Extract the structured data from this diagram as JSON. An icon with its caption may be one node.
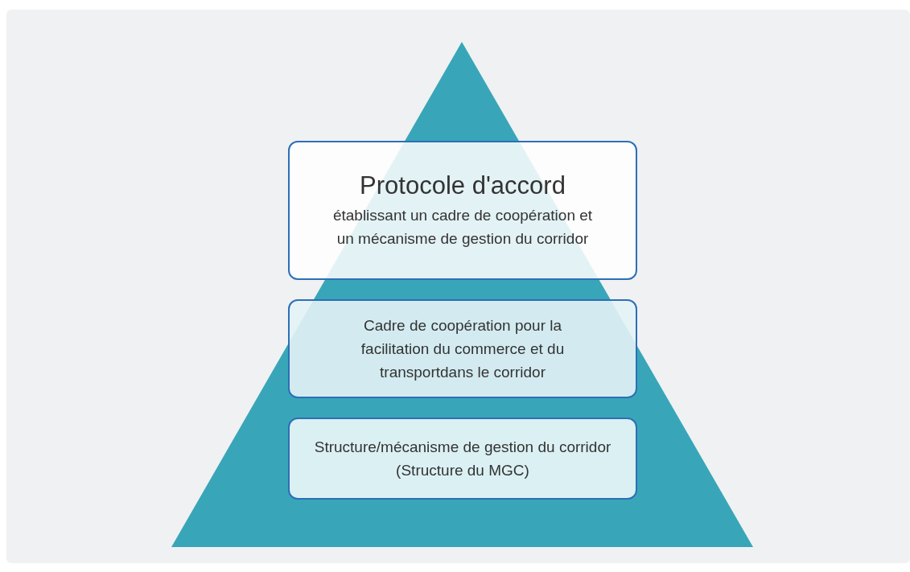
{
  "diagram": {
    "nodes": [
      {
        "text": [
          "Protocole d'accord",
          "établissant un cadre de coopération et un mécanisme de gestion du corridor"
        ]
      },
      {
        "text": [
          "Cadre de coopération pour la facilitation du commerce et du transportdans le corridor"
        ]
      },
      {
        "text": [
          "Structure/mécanisme de gestion du corridor (Structure du MGC)"
        ]
      }
    ]
  }
}
